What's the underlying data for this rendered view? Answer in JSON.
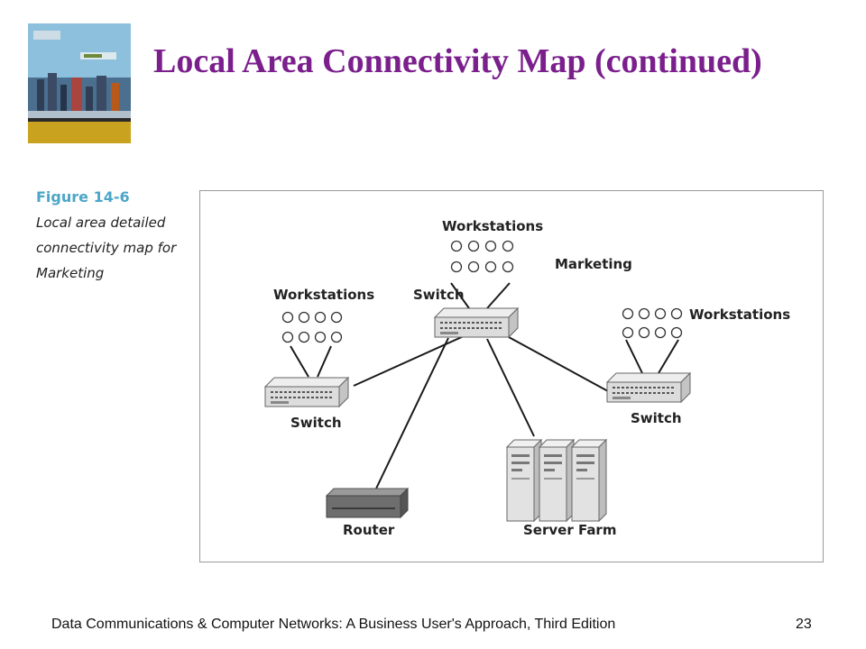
{
  "slide": {
    "title": "Local Area Connectivity Map (continued)",
    "page_number": "23",
    "footer": "Data Communications & Computer Networks: A Business User's Approach, Third Edition"
  },
  "figure": {
    "number": "Figure 14-6",
    "caption_lines": [
      "Local area detailed",
      "connectivity map for",
      "Marketing"
    ],
    "labels": {
      "workstations_top": "Workstations",
      "marketing": "Marketing",
      "switch_center": "Switch",
      "workstations_left": "Workstations",
      "workstations_right": "Workstations",
      "switch_left": "Switch",
      "switch_right": "Switch",
      "router": "Router",
      "server_farm": "Server Farm"
    }
  },
  "colors": {
    "title": "#7a1f8c",
    "caption_accent": "#4ba6c8",
    "line": "#1a1a1a",
    "device_fill": "#dcdcdc",
    "device_edge": "#707070"
  },
  "icons": [
    "book-cover-image",
    "workstation-icon",
    "switch-icon",
    "router-icon",
    "server-icon"
  ]
}
